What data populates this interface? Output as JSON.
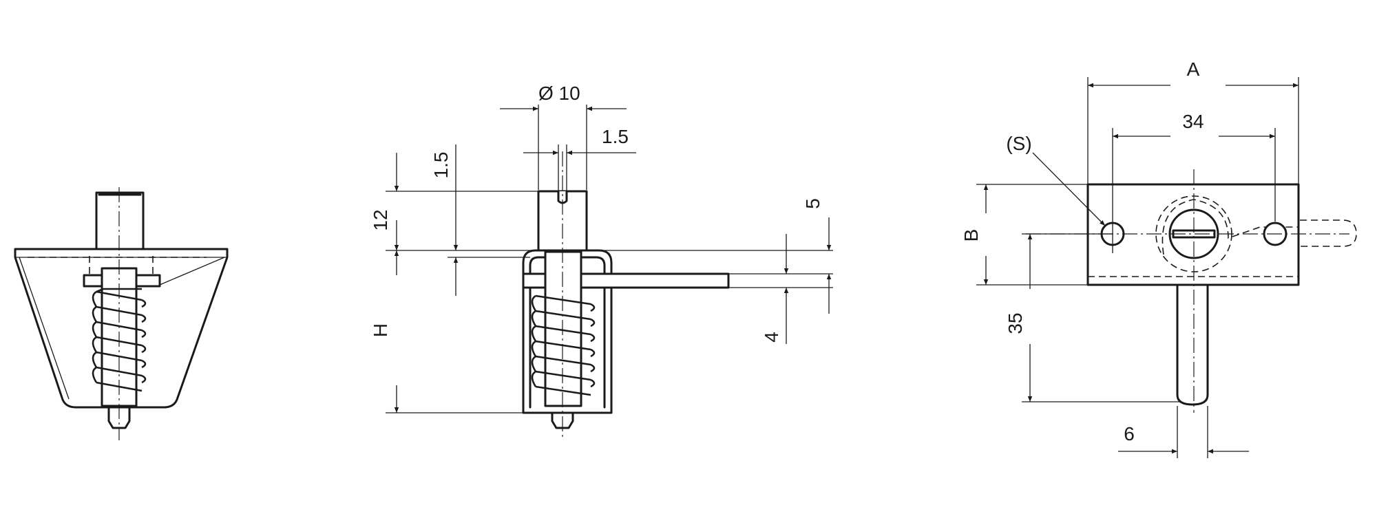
{
  "dimensions": {
    "dia10": "Ø 10",
    "t15_top": "1.5",
    "t15_left": "1.5",
    "d12": "12",
    "dH": "H",
    "d5": "5",
    "d4": "4",
    "dA": "A",
    "d34": "34",
    "dS": "(S)",
    "dB": "B",
    "d35": "35",
    "d6": "6"
  }
}
